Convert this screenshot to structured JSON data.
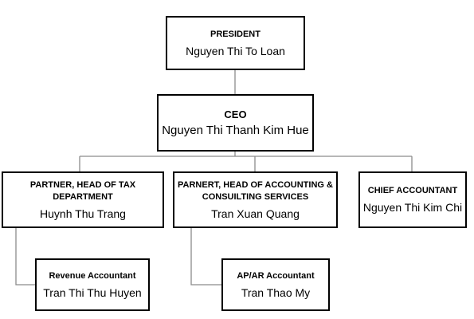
{
  "org_chart": {
    "president": {
      "title": "PRESIDENT",
      "name": "Nguyen Thi To Loan"
    },
    "ceo": {
      "title": "CEO",
      "name": "Nguyen Thi Thanh Kim Hue"
    },
    "tax_head": {
      "title": "PARTNER, HEAD OF TAX DEPARTMENT",
      "name": "Huynh Thu Trang"
    },
    "accounting_head": {
      "title": "PARNERT, HEAD OF ACCOUNTING & CONSUILTING SERVICES",
      "name": "Tran Xuan Quang"
    },
    "chief_accountant": {
      "title": "CHIEF ACCOUNTANT",
      "name": "Nguyen Thi Kim Chi"
    },
    "revenue_accountant": {
      "title": "Revenue Accountant",
      "name": "Tran Thi Thu Huyen"
    },
    "apar_accountant": {
      "title": "AP/AR Accountant",
      "name": "Tran Thao My"
    }
  },
  "colors": {
    "border": "#000000",
    "connector": "#8c8c8c",
    "background": "#ffffff"
  }
}
